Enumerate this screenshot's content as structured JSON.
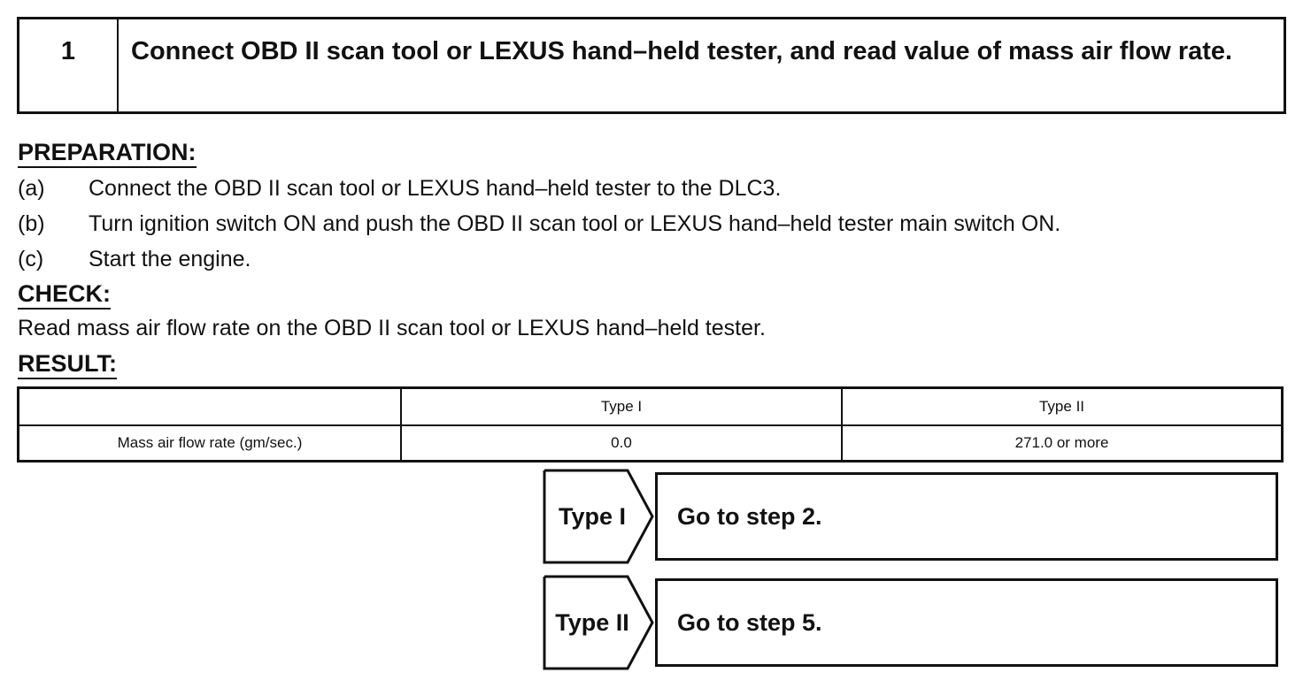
{
  "step": {
    "number": "1",
    "title": "Connect OBD II scan tool or LEXUS hand–held tester, and read value of mass air flow rate."
  },
  "preparation": {
    "heading": "PREPARATION:",
    "items": [
      {
        "label": "(a)",
        "text": "Connect the OBD II scan tool or LEXUS hand–held tester to the DLC3."
      },
      {
        "label": "(b)",
        "text": "Turn ignition switch ON and push the OBD II scan tool or LEXUS hand–held tester main switch ON."
      },
      {
        "label": "(c)",
        "text": "Start the engine."
      }
    ]
  },
  "check": {
    "heading": "CHECK:",
    "text": "Read mass air flow rate on the OBD II scan tool or LEXUS hand–held tester."
  },
  "result": {
    "heading": "RESULT:",
    "table": {
      "headers": [
        "",
        "Type I",
        "Type II"
      ],
      "rows": [
        [
          "Mass air flow rate (gm/sec.)",
          "0.0",
          "271.0 or more"
        ]
      ]
    }
  },
  "outcomes": [
    {
      "type": "Type I",
      "action": "Go to step 2."
    },
    {
      "type": "Type II",
      "action": "Go to step 5."
    }
  ]
}
